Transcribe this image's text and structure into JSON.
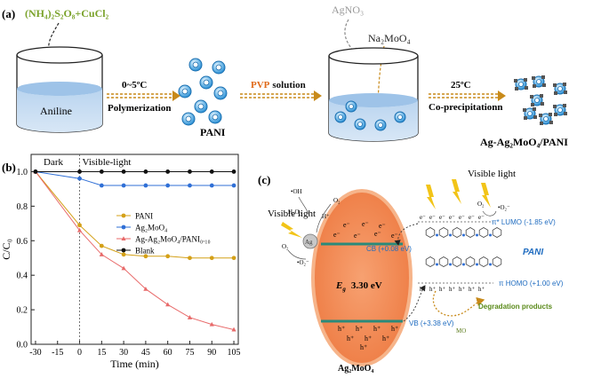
{
  "panel_a": {
    "label": "(a)",
    "reagent_top": "(NH₄)₂S₂O₈+CuCl₂",
    "beaker1_label": "Aniline",
    "step1_temp": "0~5ºC",
    "step1_name": "Polymerization",
    "product1": "PANI",
    "pvp_word": "PVP",
    "pvp_suffix": "solution",
    "agno3": "AgNO₃",
    "na2moo4": "Na₂MoO₄",
    "step2_temp": "25ºC",
    "step2_name": "Co-precipitationn",
    "product2": "Ag-Ag₂MoO₄/PANI"
  },
  "panel_b": {
    "label": "(b)",
    "dark_label": "Dark",
    "light_label": "Visible-light"
  },
  "panel_c": {
    "label": "(c)",
    "visible_light_1": "Visible  light",
    "visible_light_2": "Visible  light",
    "oh": "•OH",
    "h2o2": "H₂O₂",
    "o2_a": "O₂",
    "o2_b": "O₂",
    "o2_c": "O₂",
    "o2_rad_a": "•O₂⁻",
    "o2_rad_b": "•O₂⁻",
    "hplus": "H⁺",
    "ag": "Ag",
    "cb": "CB (+0.08 eV)",
    "vb": "VB (+3.38 eV)",
    "eg": "E",
    "eg_sub": "g",
    "eg_val": "3.30 eV",
    "lumo": "π* LUMO  (-1.85 eV)",
    "homo": "π HOMO  (+1.00 eV)",
    "pani": "PANI",
    "mo": "MO",
    "degradation": "Degradation products",
    "ag2moo4": "Ag₂MoO₄",
    "electrons": "e⁻",
    "holes": "h⁺"
  },
  "chart_data": {
    "type": "line",
    "xlabel": "Time (min)",
    "ylabel": "C/C₀",
    "x": [
      -30,
      0,
      15,
      30,
      45,
      60,
      75,
      90,
      105
    ],
    "x_ticks": [
      "-30",
      "-15",
      "0",
      "15",
      "30",
      "45",
      "60",
      "75",
      "90",
      "105"
    ],
    "x_tick_values": [
      -30,
      -15,
      0,
      15,
      30,
      45,
      60,
      75,
      90,
      105
    ],
    "y_ticks": [
      "0.0",
      "0.2",
      "0.4",
      "0.6",
      "0.8",
      "1.0"
    ],
    "y_tick_values": [
      0,
      0.2,
      0.4,
      0.6,
      0.8,
      1.0
    ],
    "xlim": [
      -33,
      108
    ],
    "ylim": [
      0,
      1.1
    ],
    "series": [
      {
        "name": "PANI",
        "color": "#d4a017",
        "marker": "circle",
        "values": [
          1.0,
          0.69,
          0.57,
          0.52,
          0.51,
          0.51,
          0.5,
          0.5,
          0.5
        ]
      },
      {
        "name": "Ag₂MoO₄",
        "color": "#2f6fd6",
        "marker": "circle",
        "values": [
          1.0,
          0.96,
          0.92,
          0.92,
          0.92,
          0.92,
          0.92,
          0.92,
          0.92
        ]
      },
      {
        "name": "Ag-Ag₂MoO₄/PANI₀.₁₀",
        "color": "#e86a6a",
        "marker": "triangle",
        "values": [
          1.0,
          0.66,
          0.52,
          0.44,
          0.32,
          0.23,
          0.155,
          0.115,
          0.085
        ]
      },
      {
        "name": "Blank",
        "color": "#111111",
        "marker": "circle",
        "values": [
          1.0,
          1.0,
          1.0,
          1.0,
          1.0,
          1.0,
          1.0,
          1.0,
          1.0
        ]
      }
    ],
    "legend_position": "right-middle",
    "grid": false
  }
}
